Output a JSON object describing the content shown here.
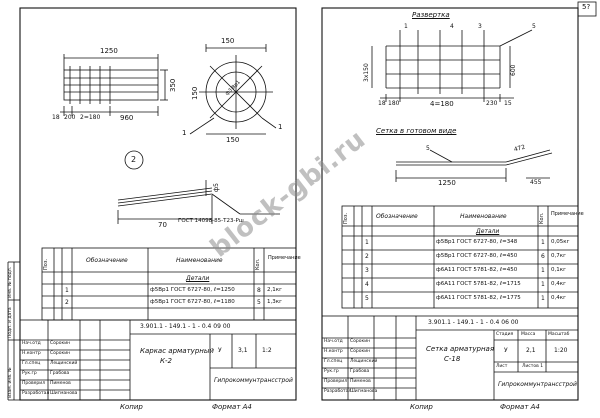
{
  "page_number": "5?",
  "left_page": {
    "plan_dims": {
      "total_width": "1250",
      "depth": "350",
      "offset": "18",
      "left_part": "200",
      "mid_part": "2=180",
      "right_part": "960"
    },
    "section_dims": {
      "bar_label": "ф3 Вр1",
      "d1": "150",
      "d2": "150",
      "d3": "150"
    },
    "marker_1": "1",
    "marker_2": "2",
    "detail_dims": {
      "length": "70",
      "dia": "ф5"
    },
    "standard_ref": "ГОСТ 14098-85-Т23-Рш",
    "spec_table": {
      "col_position": "Поз.",
      "col_designation": "Обозначение",
      "col_name": "Наименование",
      "col_qty": "Кол.",
      "col_note": "Примечание",
      "section": "Детали",
      "rows": [
        {
          "pos": "1",
          "name": "ф5Вр1 ГОСТ 6727-80, ℓ=1250",
          "qty": "8",
          "note": "2,1кг"
        },
        {
          "pos": "2",
          "name": "ф5Вр1 ГОСТ 6727-80, ℓ=1180",
          "qty": "5",
          "note": "1,3кг"
        }
      ]
    },
    "title_block": {
      "doc_code": "3.901.1 - 149.1 - 1 - 0.4 09 00",
      "title_line1": "Каркас арматурный",
      "title_line2": "К-2",
      "stage": "У",
      "mass": "3,1",
      "scale": "1:2",
      "organization": "Гипрокоммунтрансстрой",
      "roles": [
        "Нач.отд",
        "Н.контр",
        "Гл.спец",
        "Рук.гр",
        "Проверил",
        "Разработал"
      ],
      "names": [
        "Сорокин",
        "Сорокин",
        "Лещинский",
        "Грабова",
        "Пименов",
        "Шигманова"
      ]
    },
    "sidebar_labels": [
      "Инв. № подл.",
      "Подп. и дата",
      "Взам. инв. №"
    ],
    "footer_copy": "Копир",
    "footer_format": "Формат А4"
  },
  "right_page": {
    "section_title": "Развертка",
    "markers": [
      "1",
      "4",
      "3",
      "5"
    ],
    "dev_dims": {
      "total": "4=180",
      "left": "18",
      "left2": "180",
      "right": "230",
      "right2": "15",
      "height": "600",
      "left_height": "3x150"
    },
    "assembled_title": "Сетка в готовом виде",
    "assembled_label": "5",
    "assembled_dims": {
      "length": "1250",
      "bend": "455",
      "dim_a": "472"
    },
    "spec_table": {
      "col_position": "Поз.",
      "col_designation": "Обозначение",
      "col_name": "Наименование",
      "col_qty": "Кол.",
      "col_note": "Примечание",
      "section": "Детали",
      "rows": [
        {
          "pos": "1",
          "name": "ф5Вр1 ГОСТ 6727-80, ℓ=348",
          "qty": "1",
          "note": "0,05кг"
        },
        {
          "pos": "2",
          "name": "ф5Вр1 ГОСТ 6727-80, ℓ=450",
          "qty": "6",
          "note": "0,7кг"
        },
        {
          "pos": "3",
          "name": "ф6А11 ГОСТ 5781-82, ℓ=450",
          "qty": "1",
          "note": "0,1кг"
        },
        {
          "pos": "4",
          "name": "ф6А11 ГОСТ 5781-82, ℓ=1715",
          "qty": "1",
          "note": "0,4кг"
        },
        {
          "pos": "5",
          "name": "ф6А11 ГОСТ 5781-82, ℓ=1775",
          "qty": "1",
          "note": "0,4кг"
        }
      ]
    },
    "title_block": {
      "doc_code": "3.901.1 - 149.1 - 1 - 0.4 06 00",
      "title_line1": "Сетка арматурная",
      "title_line2": "С-18",
      "stage": "У",
      "mass": "2,1",
      "scale": "1:20",
      "stage_hdr": "Стадия",
      "mass_hdr": "Масса",
      "scale_hdr": "Масштаб",
      "sheet_hdr": "Лист",
      "sheets_hdr": "Листов 1",
      "organization": "Гипрокоммунтрансстрой",
      "roles": [
        "Нач.отд",
        "Н.контр",
        "Гл.спец",
        "Рук.гр",
        "Проверил",
        "Разработал"
      ],
      "names": [
        "Сорокин",
        "Сорокин",
        "Лещинский",
        "Грабова",
        "Пименов",
        "Шигманова"
      ]
    },
    "footer_copy": "Копир",
    "footer_format": "Формат А4"
  },
  "watermark": "block-gbi.ru"
}
